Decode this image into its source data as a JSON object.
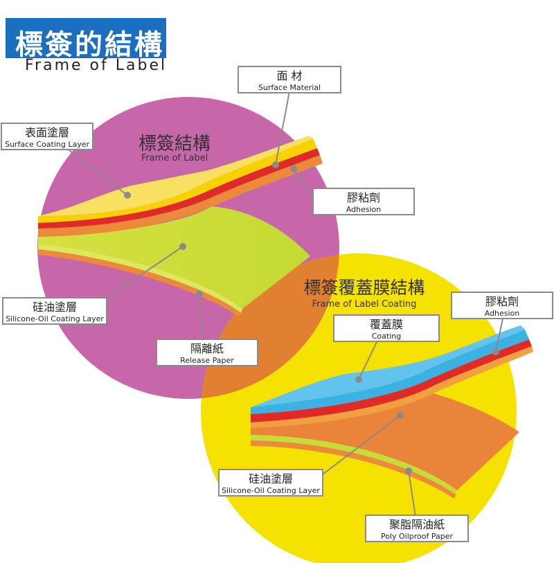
{
  "header": {
    "title": "標簽的結構",
    "subtitle": "Frame of Label"
  },
  "diagram_label": {
    "title": "標簽結構",
    "subtitle": "Frame of Label",
    "callouts": {
      "surface_coating": {
        "zh": "表面塗層",
        "en": "Surface Coating Layer"
      },
      "surface_material": {
        "zh": "面 材",
        "en": "Surface Material"
      },
      "adhesion": {
        "zh": "膠粘劑",
        "en": "Adhesion"
      },
      "silicone_oil": {
        "zh": "硅油塗層",
        "en": "Silicone-Oil Coating Layer"
      },
      "release_paper": {
        "zh": "隔離紙",
        "en": "Release Paper"
      }
    }
  },
  "diagram_coating": {
    "title": "標簽覆蓋膜結構",
    "subtitle": "Frame of Label Coating",
    "callouts": {
      "adhesion": {
        "zh": "膠粘劑",
        "en": "Adhesion"
      },
      "coating": {
        "zh": "覆蓋膜",
        "en": "Coating"
      },
      "silicone_oil": {
        "zh": "硅油塗層",
        "en": "Silicone-Oil Coating Layer"
      },
      "poly_paper": {
        "zh": "聚脂隔油紙",
        "en": "Poly Oilproof Paper"
      }
    }
  },
  "colors": {
    "header_blue": "#1a6fc0",
    "magenta_circle": "#c766a8",
    "yellow_circle": "#f6e200",
    "overlap_orange": "#e08030",
    "layer_yellow": "#f8d200",
    "layer_red": "#e02a28",
    "layer_orange": "#ec8a3c",
    "layer_lime": "#c6dc38",
    "layer_blue": "#3cb2e4"
  }
}
